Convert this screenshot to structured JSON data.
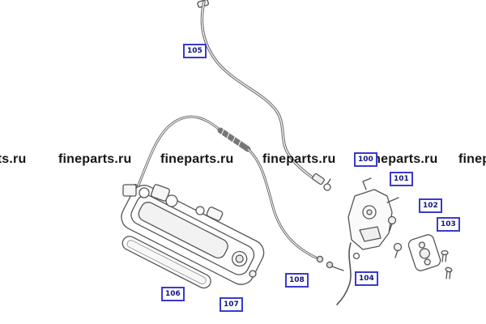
{
  "page": {
    "title": "fineparts.ru parts diagram",
    "background": "#ffffff"
  },
  "watermark": {
    "text": "fineparts.ru",
    "color": "#161616"
  },
  "colors": {
    "callout_border": "#3a3ad0",
    "callout_text": "#14147e",
    "line_art": "#555555"
  },
  "diagram": {
    "description": "exploded view of tailgate handle, lock latch, cables and fasteners"
  },
  "callouts": [
    {
      "label": "105"
    },
    {
      "label": "100"
    },
    {
      "label": "101"
    },
    {
      "label": "102"
    },
    {
      "label": "103"
    },
    {
      "label": "104"
    },
    {
      "label": "108"
    },
    {
      "label": "107"
    },
    {
      "label": "106"
    }
  ]
}
